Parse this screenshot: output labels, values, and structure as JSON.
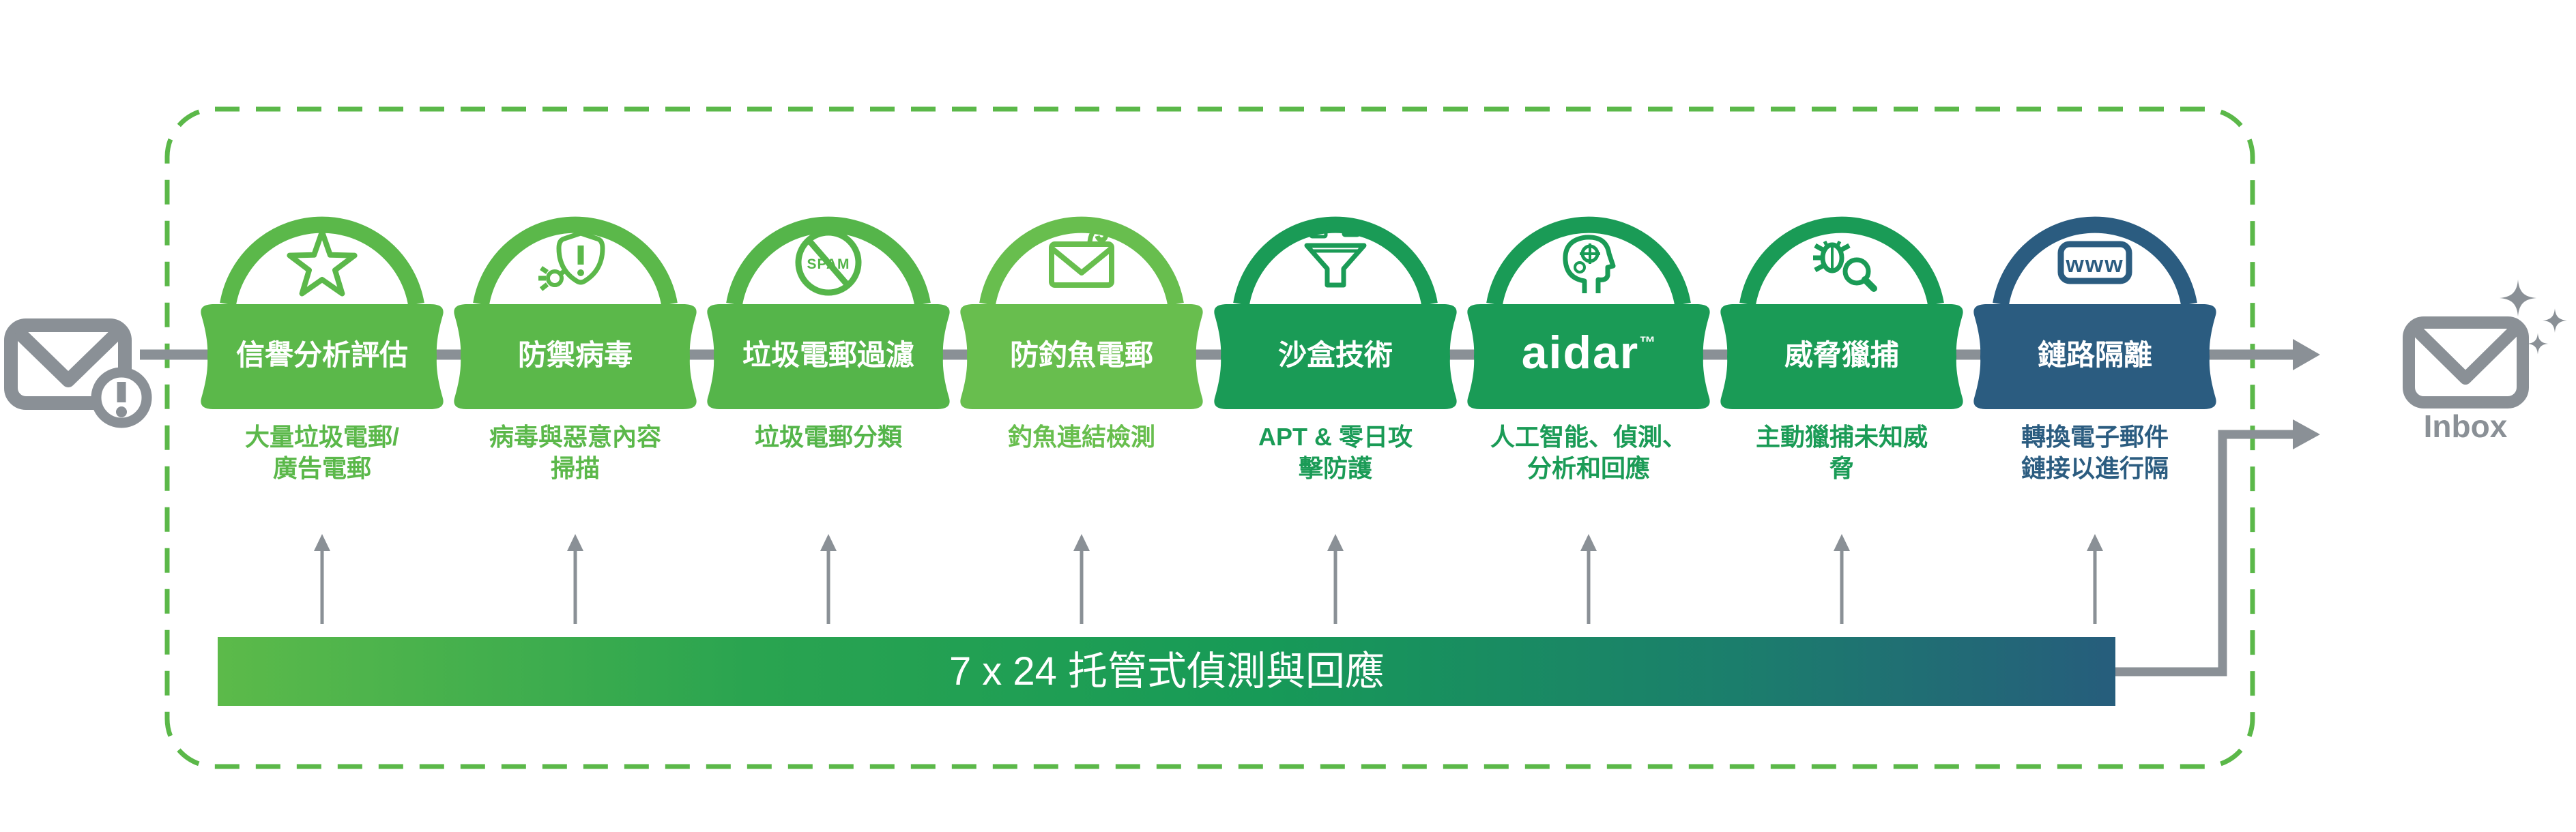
{
  "colors": {
    "flow_gray": "#8a9096",
    "dash_border_green": "#5bb849",
    "white": "#ffffff",
    "bar_gradient": [
      "#5cba4a",
      "#2aa450",
      "#179a57",
      "#1b7e6c",
      "#265d7c"
    ]
  },
  "incoming_email": {
    "icon": "alert-email-icon",
    "alert_mark": "!"
  },
  "boundary": {
    "style": "dashed-rounded-rectangle"
  },
  "stages": [
    {
      "title": "信譽分析評估",
      "subtitle1": "大量垃圾電郵/",
      "subtitle2": "廣告電郵",
      "color": "#5bb84a",
      "icon": "star-icon"
    },
    {
      "title": "防禦病毒",
      "subtitle1": "病毒與惡意內容",
      "subtitle2": "掃描",
      "color": "#5bb84a",
      "icon": "virus-shield-icon"
    },
    {
      "title": "垃圾電郵過濾",
      "subtitle1": "垃圾電郵分類",
      "subtitle2": "",
      "color": "#55b54a",
      "icon": "no-spam-icon",
      "icon_text": "SPAM"
    },
    {
      "title": "防釣魚電郵",
      "subtitle1": "釣魚連結檢測",
      "subtitle2": "",
      "color": "#68be4e",
      "icon": "phishing-email-icon"
    },
    {
      "title": "沙盒技術",
      "subtitle1": "APT & 零日攻",
      "subtitle2": "擊防護",
      "color": "#1a9b56",
      "icon": "sandbox-funnel-icon"
    },
    {
      "title": "aidar",
      "trademark": "™",
      "subtitle1": "人工智能、偵測、",
      "subtitle2": "分析和回應",
      "color": "#1a9b56",
      "icon": "ai-head-icon"
    },
    {
      "title": "威脅獵捕",
      "subtitle1": "主動獵捕未知威",
      "subtitle2": "脅",
      "color": "#1a9b56",
      "icon": "threat-hunting-icon"
    },
    {
      "title": "鏈路隔離",
      "subtitle1": "轉換電子郵件",
      "subtitle2": "鏈接以進行隔",
      "color": "#2b5c80",
      "icon": "www-isolation-icon",
      "icon_text": "www"
    }
  ],
  "mdr_bar": {
    "label": "7 x 24 托管式偵測與回應"
  },
  "inbox": {
    "label": "Inbox",
    "icon": "clean-email-icon",
    "sparkles": "sparkles-icon"
  }
}
